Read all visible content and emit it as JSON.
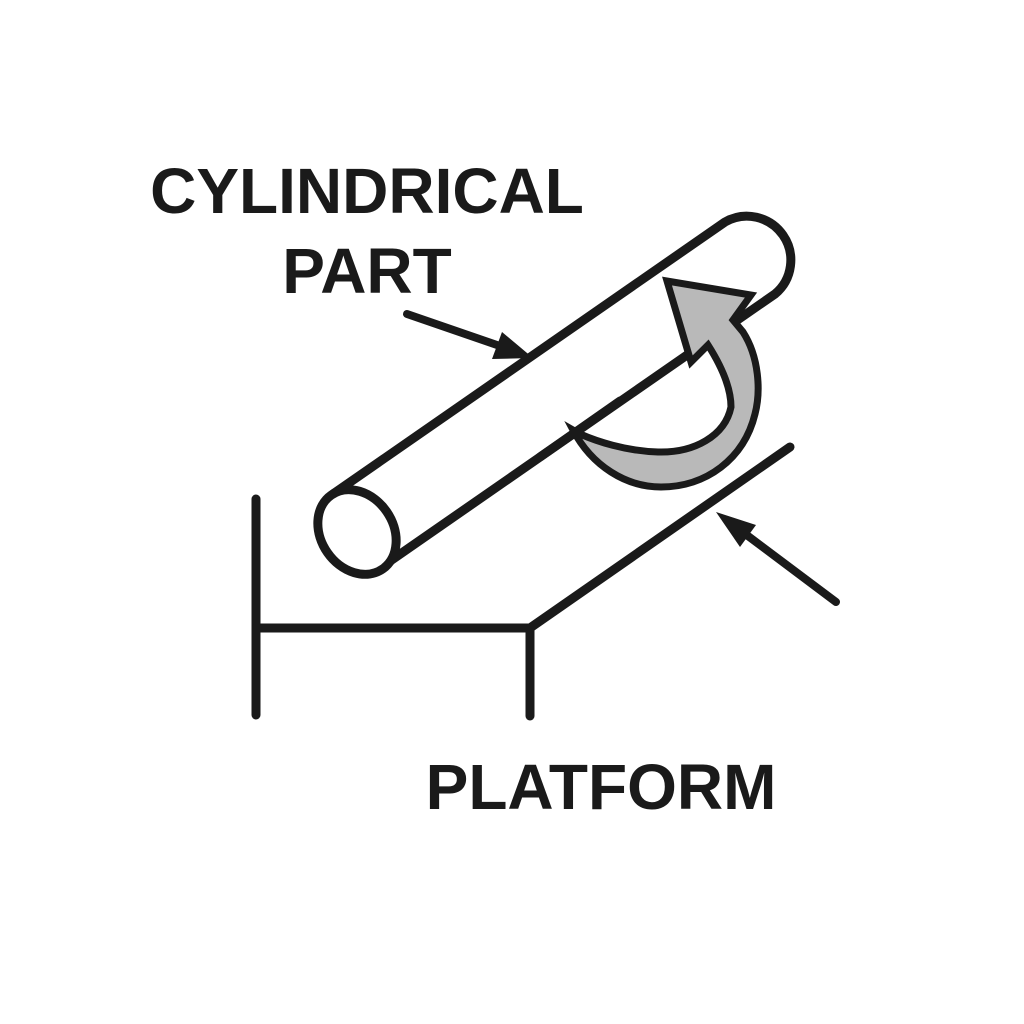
{
  "diagram": {
    "labels": {
      "cylindrical_part_line1": "CYLINDRICAL",
      "cylindrical_part_line2": "PART",
      "platform": "PLATFORM"
    },
    "colors": {
      "ink": "#1a1a1a",
      "arrow-fill": "#b9b9b9",
      "cylinder-fill": "#ffffff",
      "background": "#ffffff"
    },
    "elements": {
      "cylindrical_part": "inclined cylinder resting on platform",
      "rotation_arrow": "gray curved arrow wrapping around cylinder indicating rotation",
      "platform": "inclined platform surface with support lines",
      "leader_arrows": [
        "arrow pointing to cylindrical part",
        "arrow pointing to platform"
      ]
    }
  }
}
